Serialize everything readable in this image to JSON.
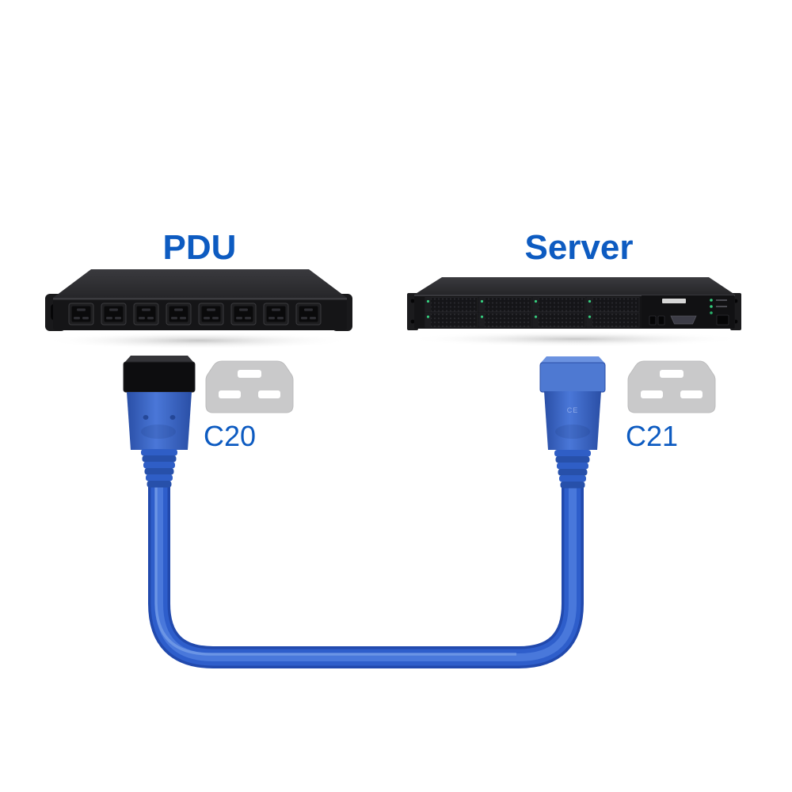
{
  "labels": {
    "pdu": "PDU",
    "server": "Server",
    "c20": "C20",
    "c21": "C21",
    "c21_marking": "CE"
  },
  "colors": {
    "label_blue": "#0d5bc1",
    "cable_blue": "#2e5ecb",
    "connector_blue": "#3d68cb",
    "device_black": "#141416",
    "icon_gray": "#c9c9ca",
    "led_green": "#35d07f"
  },
  "diagram": {
    "type": "connection",
    "nodes": [
      "PDU",
      "Server"
    ],
    "cable": {
      "left_end_connector": "C20",
      "right_end_connector": "C21",
      "cable_color": "blue"
    }
  }
}
